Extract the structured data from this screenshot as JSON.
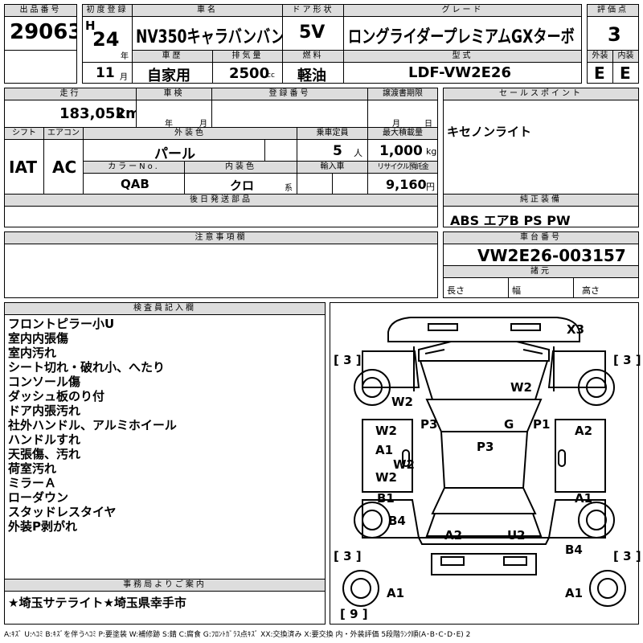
{
  "header": {
    "lot_no_label": "出品番号",
    "lot_no": "29063",
    "first_reg_label": "初度登録",
    "era": "H",
    "reg_year": "24",
    "year_unit": "年",
    "reg_month": "11",
    "month_unit": "月",
    "name_label": "車名",
    "car_name": "NV350キャラバンバン",
    "door_label": "ドア形状",
    "door_value": "5V",
    "grade_label": "グレード",
    "grade_value": "ロングライダープレミアムGXターボ",
    "score_label": "評価点",
    "score_value": "3",
    "history_label": "車歴",
    "history_value": "自家用",
    "displacement_label": "排気量",
    "displacement_value": "2500",
    "displacement_unit": "cc",
    "fuel_label": "燃料",
    "fuel_value": "軽油",
    "model_label": "型式",
    "model_value": "LDF-VW2E26",
    "exterior_label": "外装",
    "exterior_value": "E",
    "interior_label": "内装",
    "interior_value": "E"
  },
  "row2": {
    "mileage_label": "走行",
    "mileage_value": "183,052",
    "mileage_unit": "km",
    "inspection_label": "車検",
    "inspection_year_unit": "年",
    "inspection_month_unit": "月",
    "plate_label": "登録番号",
    "transfer_label": "譲渡書期限",
    "transfer_month_unit": "月",
    "transfer_day_unit": "日",
    "shift_label": "シフト",
    "shift_value": "IAT",
    "aircon_label": "エアコン",
    "aircon_value": "AC",
    "ext_color_label": "外装色",
    "ext_color_value": "パール",
    "capacity_label": "乗車定員",
    "capacity_value": "5",
    "capacity_unit": "人",
    "max_load_label": "最大積載量",
    "max_load_value": "1,000",
    "max_load_unit": "kg",
    "color_no_label": "カラーNo.",
    "color_no_value": "QAB",
    "int_color_label": "内装色",
    "int_color_value": "クロ",
    "int_color_unit": "系",
    "import_label": "輸入車",
    "recycle_label": "リサイクル預託金",
    "recycle_value": "9,160",
    "recycle_unit": "円",
    "sales_point_label": "セールスポイント",
    "sales_point_value": "キセノンライト",
    "later_parts_label": "後日発送部品",
    "equipment_label": "純正装備",
    "equipment_value": "ABS エアB PS PW",
    "notes_label": "注意事項欄",
    "chassis_label": "車台番号",
    "chassis_value": "VW2E26-003157",
    "specs_label": "諸元",
    "length_label": "長さ",
    "width_label": "幅",
    "height_label": "高さ"
  },
  "inspector": {
    "label": "検査員記入欄",
    "lines": [
      "フロントピラー小U",
      "室内内張傷",
      "室内汚れ",
      "シート切れ・破れ小、へたり",
      "コンソール傷",
      "ダッシュ板のり付",
      "ドア内張汚れ",
      "社外ハンドル、アルミホイール",
      "ハンドルすれ",
      "天張傷、汚れ",
      "荷室汚れ",
      "ミラーＡ",
      "ローダウン",
      "スタッドレスタイヤ",
      "外装P剥がれ"
    ]
  },
  "office": {
    "label": "事務局よりご案内",
    "value": "★埼玉サテライト★埼玉県幸手市"
  },
  "diagram": {
    "tire_fl": "[ 3 ]",
    "tire_fr": "[ 3 ]",
    "tire_rl": "[ 3 ]",
    "tire_rr": "[ 3 ]",
    "spare": "[ 9 ]",
    "marks": {
      "x3": "X3",
      "w2_hood": "W2",
      "w2_left_front": "W2",
      "p3_left": "P3",
      "g_windshield": "G",
      "p1_right": "P1",
      "w2_left_door": "W2",
      "a2_right_door": "A2",
      "a1_left_door": "A1",
      "p3_roof": "P3",
      "w2_left_mid": "W2",
      "w2_left_rear": "W2",
      "b1_left": "B1",
      "a1_right_rear": "A1",
      "b4_left": "B4",
      "a2_rear": "A2",
      "u2_rear": "U2",
      "b4_right": "B4",
      "a1_bottom_left": "A1",
      "a1_bottom_right": "A1"
    }
  },
  "legend": "A:ｷｽﾞ U:ﾍｺﾐ B:ｷｽﾞを伴うﾍｺﾐ P:要塗装 W:補修跡 S:錆 C:腐食 G:ﾌﾛﾝﾄｶﾞﾗｽ点ｷｽﾞ XX:交換済み X:要交換 内・外装評価 5段階ﾗﾝｸ順(A･B･C･D･E) 2"
}
